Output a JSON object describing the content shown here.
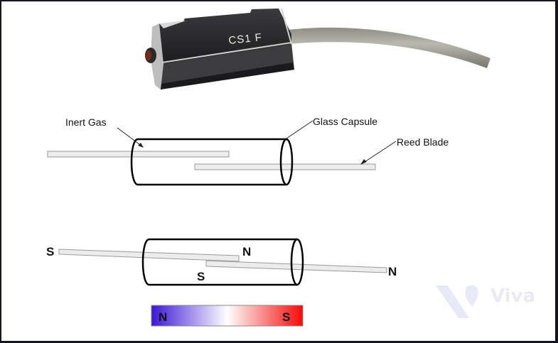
{
  "sensor": {
    "marking": "CS1  F",
    "colors": {
      "body": "#2a2a2c",
      "chrome": "#c9c9c9",
      "cable": "#a7a79d",
      "led": "#7a2a1a"
    }
  },
  "labels": {
    "inert_gas": "Inert Gas",
    "glass_capsule": "Glass Capsule",
    "reed_blade": "Reed Blade"
  },
  "magnetized": {
    "left_blade_outer": "S",
    "left_blade_inner": "N",
    "right_blade_inner": "S",
    "right_blade_outer": "N"
  },
  "magnet": {
    "north": "N",
    "south": "S",
    "colors": {
      "north": "#3a16d6",
      "middle": "#ffffff",
      "south": "#f50a0a"
    }
  },
  "watermark": {
    "text": "Viva"
  }
}
